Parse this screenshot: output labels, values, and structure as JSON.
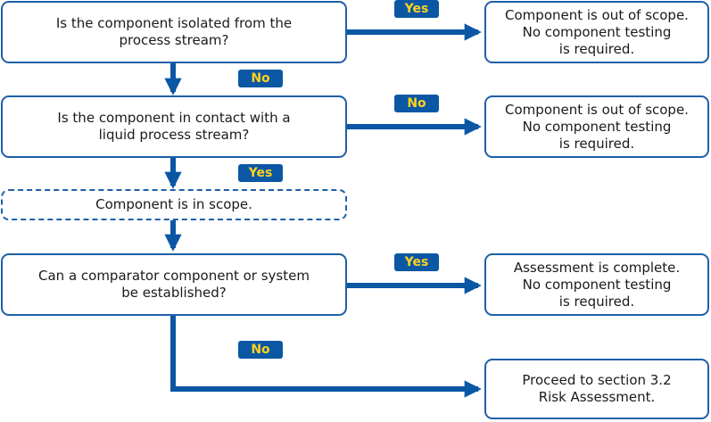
{
  "questions": {
    "isolated": "Is the component isolated from the\nprocess stream?",
    "contact": "Is the component in contact with a\nliquid process stream?",
    "in_scope": "Component is in scope.",
    "comparator": "Can a comparator component or system\nbe established?"
  },
  "outcomes": {
    "out_of_scope_1": "Component is out of scope.\nNo component testing\nis required.",
    "out_of_scope_2": "Component is out of scope.\nNo component testing\nis required.",
    "assessment_complete": "Assessment is complete.\nNo component testing\nis required.",
    "proceed": "Proceed to section 3.2\nRisk Assessment."
  },
  "labels": {
    "isolated_yes": "Yes",
    "isolated_no": "No",
    "contact_no": "No",
    "contact_yes": "Yes",
    "comparator_yes": "Yes",
    "comparator_no": "No"
  },
  "colors": {
    "border": "#1f5fa8",
    "arrow": "#0b57a4",
    "badge_bg": "#0b57a4",
    "badge_text": "#ffd21f"
  }
}
